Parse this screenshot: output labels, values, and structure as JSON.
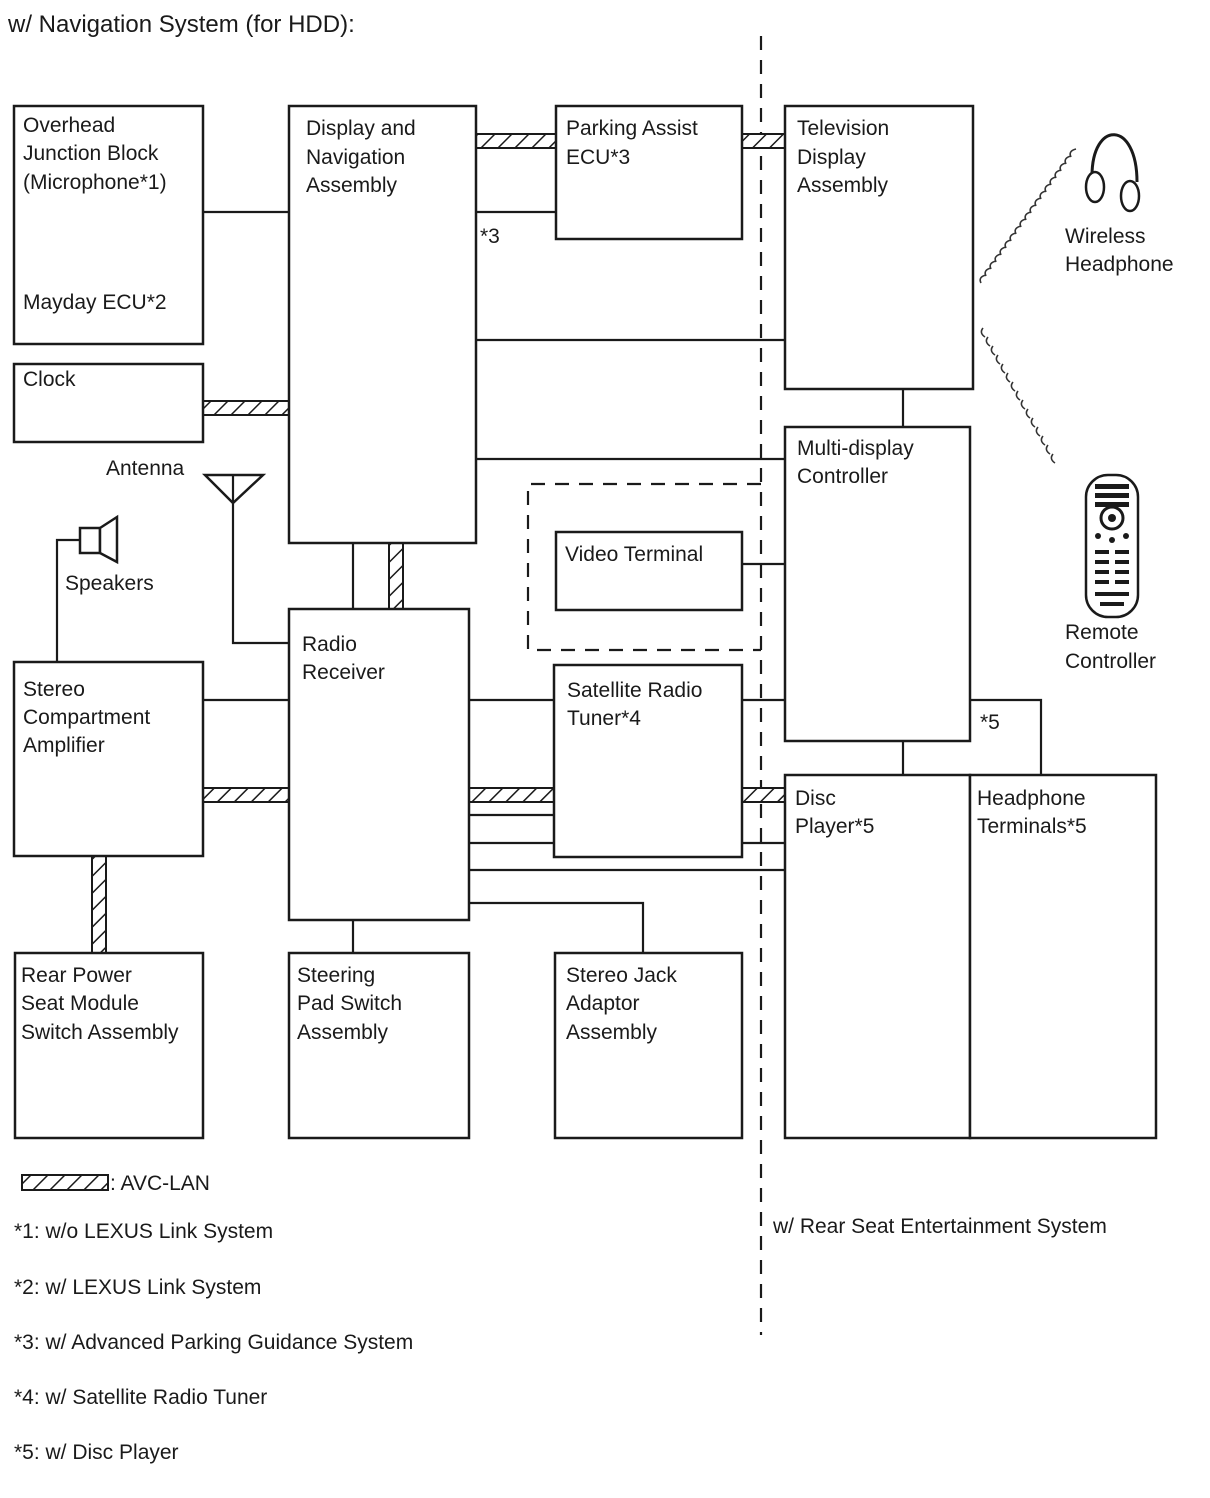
{
  "title": "w/ Navigation System (for HDD):",
  "components": {
    "overhead": [
      "Overhead",
      "Junction Block",
      "(Microphone*1)"
    ],
    "mayday": "Mayday ECU*2",
    "clock": "Clock",
    "antenna": "Antenna",
    "speakers": "Speakers",
    "display_nav": [
      "Display and",
      "Navigation",
      "Assembly"
    ],
    "parking": [
      "Parking Assist",
      "ECU*3"
    ],
    "tv": [
      "Television",
      "Display",
      "Assembly"
    ],
    "wireless": [
      "Wireless",
      "Headphone"
    ],
    "multi": [
      "Multi-display",
      "Controller"
    ],
    "remote": [
      "Remote",
      "Controller"
    ],
    "video": "Video Terminal",
    "radio": [
      "Radio",
      "Receiver"
    ],
    "stereo_amp": [
      "Stereo",
      "Compartment",
      "Amplifier"
    ],
    "satellite": [
      "Satellite Radio",
      "Tuner*4"
    ],
    "disc": [
      "Disc",
      "Player*5"
    ],
    "headphone_terminals": [
      "Headphone",
      "Terminals*5"
    ],
    "rear_power": [
      "Rear Power",
      "Seat Module",
      "Switch Assembly"
    ],
    "steering": [
      "Steering",
      "Pad Switch",
      "Assembly"
    ],
    "stereo_jack": [
      "Stereo Jack",
      "Adaptor",
      "Assembly"
    ]
  },
  "annotations": {
    "note3": "*3",
    "note5": "*5"
  },
  "region_label": "w/ Rear Seat Entertainment System",
  "legend": {
    "avc_lan": ": AVC-LAN",
    "notes": [
      "*1: w/o LEXUS Link System",
      "*2: w/ LEXUS Link System",
      "*3: w/ Advanced Parking Guidance System",
      "*4: w/ Satellite Radio Tuner",
      "*5: w/ Disc Player"
    ]
  }
}
